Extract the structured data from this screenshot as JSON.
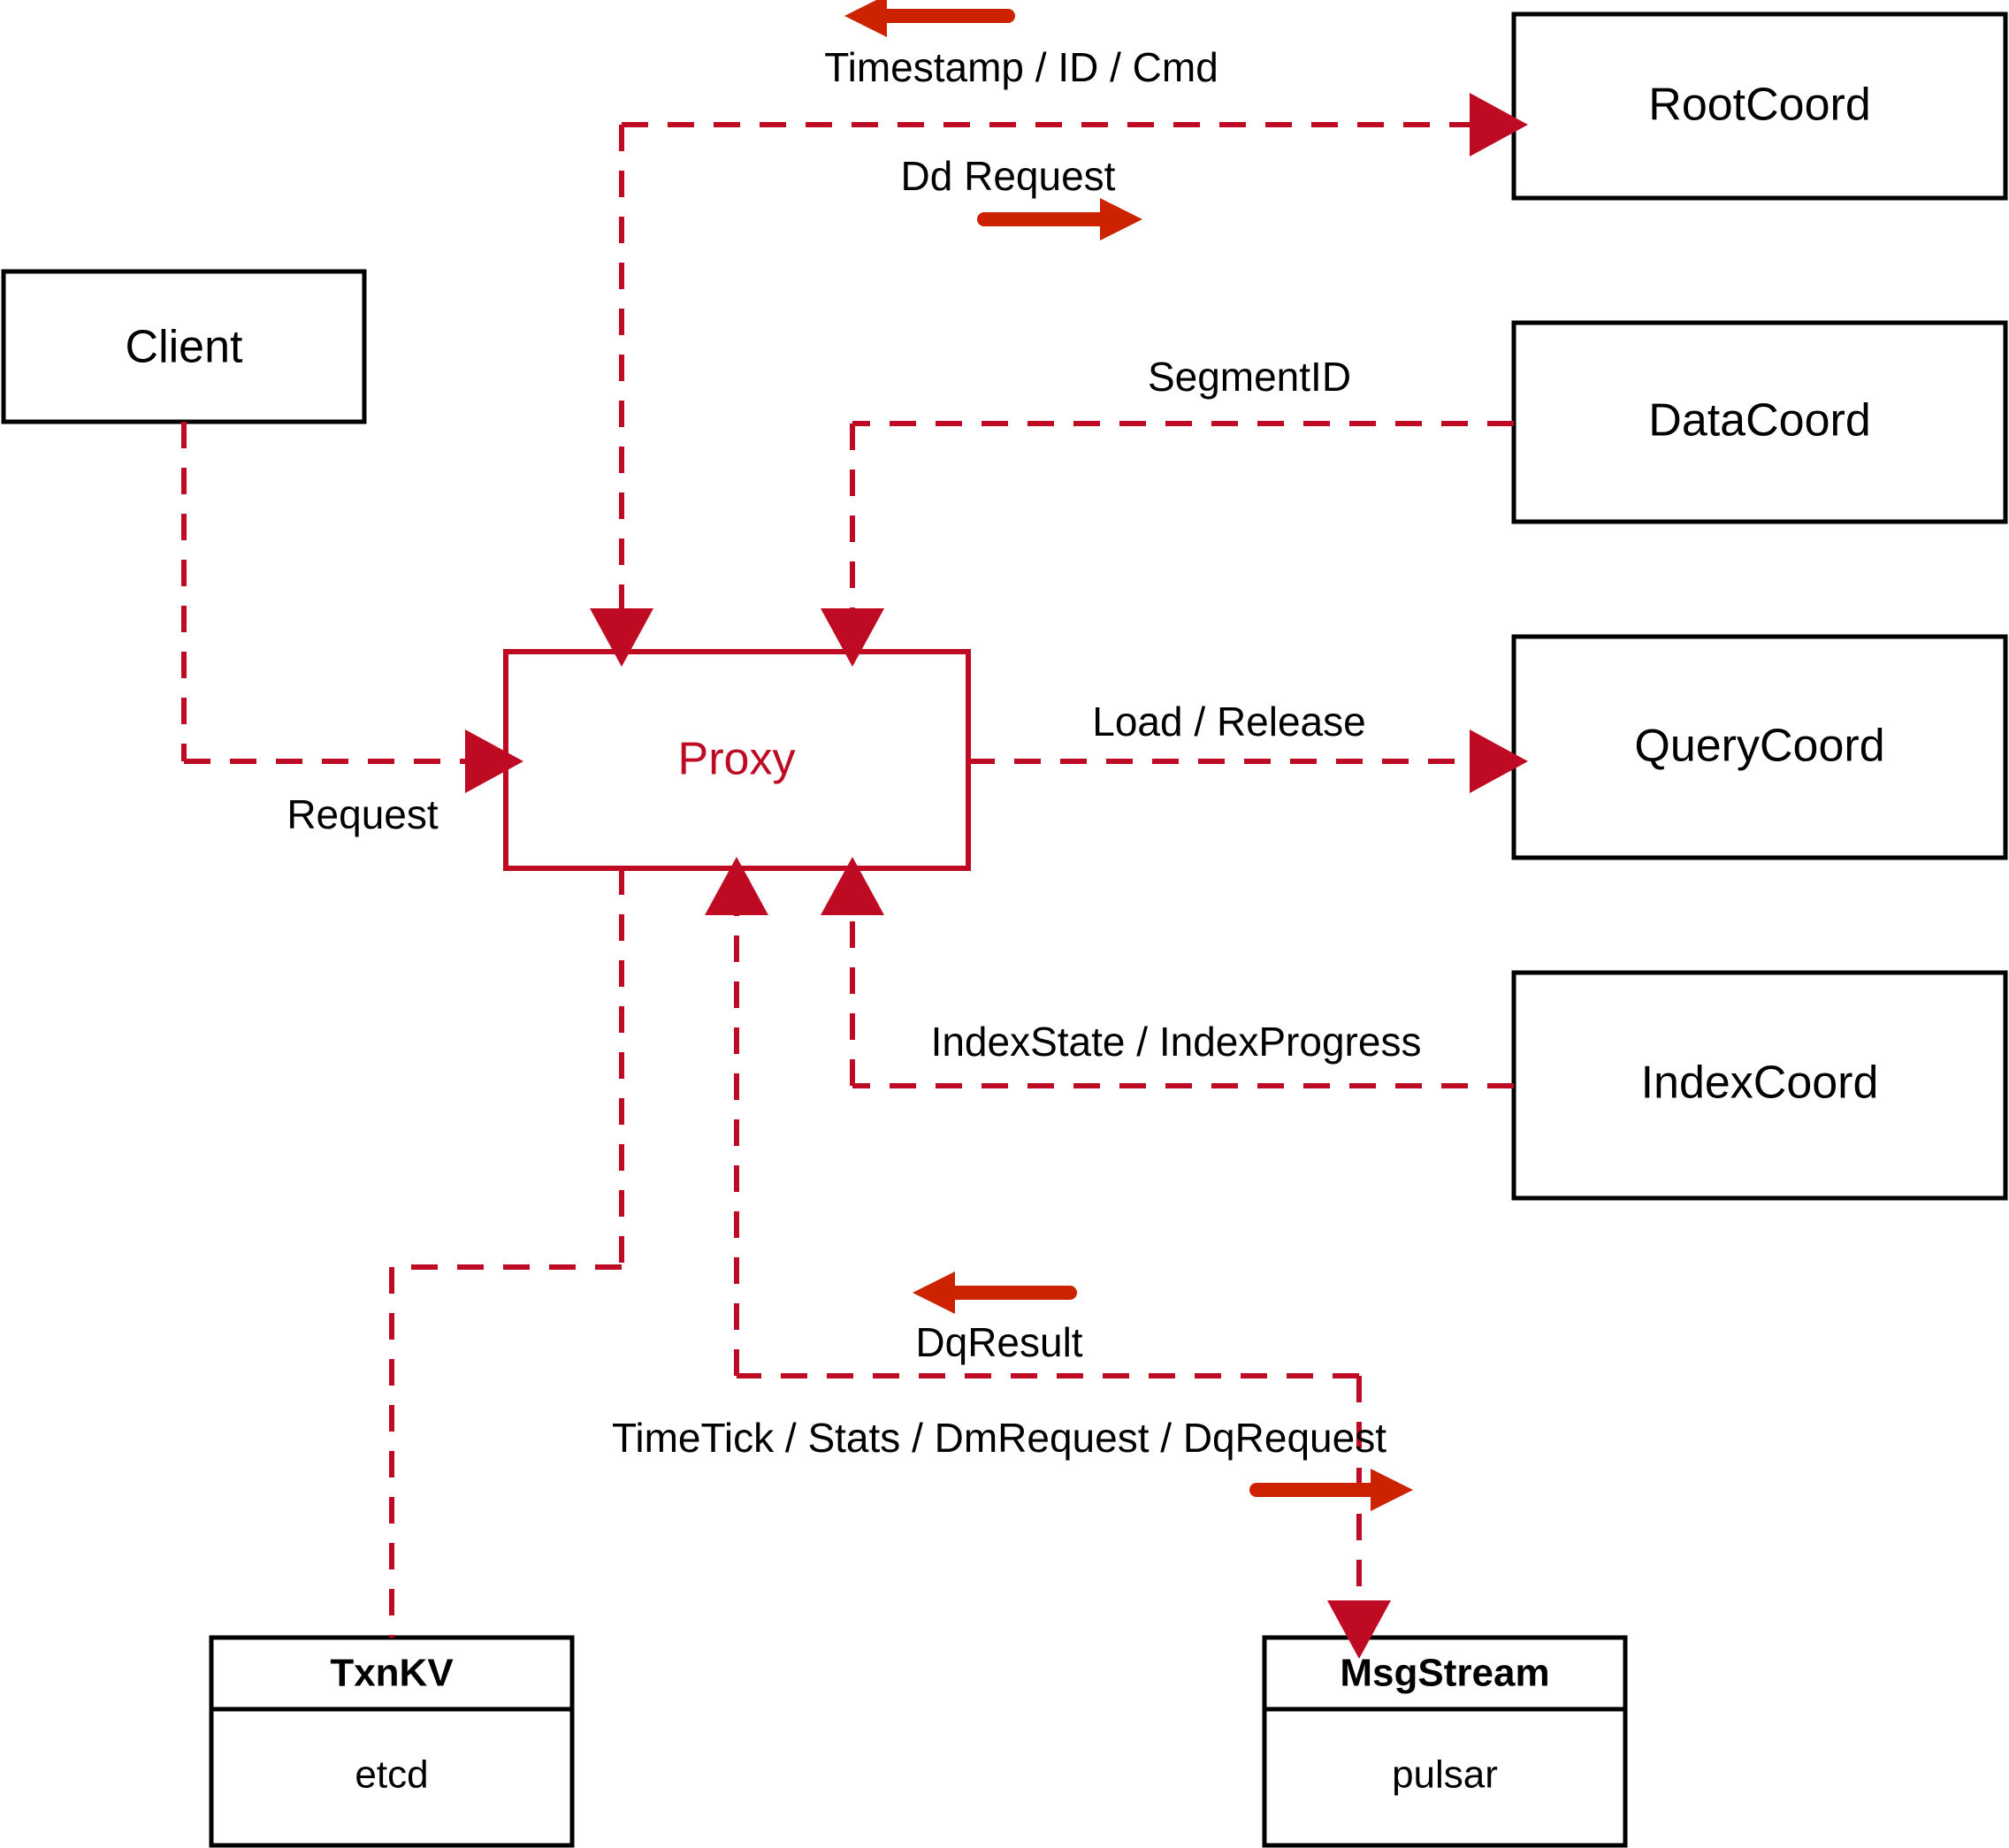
{
  "diagram": {
    "title": "Milvus Proxy interaction diagram",
    "colors": {
      "accent_red": "#bf0a24",
      "arrow_red": "#cc2200",
      "node_stroke": "#000000",
      "background": "#ffffff"
    },
    "nodes": [
      {
        "id": "client",
        "label": "Client",
        "type": "plain"
      },
      {
        "id": "proxy",
        "label": "Proxy",
        "type": "highlight"
      },
      {
        "id": "rootcoord",
        "label": "RootCoord",
        "type": "plain"
      },
      {
        "id": "datacoord",
        "label": "DataCoord",
        "type": "plain"
      },
      {
        "id": "querycoord",
        "label": "QueryCoord",
        "type": "plain"
      },
      {
        "id": "indexcoord",
        "label": "IndexCoord",
        "type": "plain"
      },
      {
        "id": "txnkv",
        "label": "TxnKV",
        "sublabel": "etcd",
        "type": "stacked"
      },
      {
        "id": "msgstream",
        "label": "MsgStream",
        "sublabel": "pulsar",
        "type": "stacked"
      }
    ],
    "edges": [
      {
        "id": "timestamp-id-cmd",
        "label": "Timestamp / ID / Cmd",
        "from": "rootcoord",
        "to": "proxy",
        "direction": "left"
      },
      {
        "id": "dd-request",
        "label": "Dd Request",
        "from": "proxy",
        "to": "rootcoord",
        "direction": "right"
      },
      {
        "id": "segment-id",
        "label": "SegmentID",
        "from": "datacoord",
        "to": "proxy",
        "direction": "left"
      },
      {
        "id": "load-release",
        "label": "Load / Release",
        "from": "proxy",
        "to": "querycoord",
        "direction": "right"
      },
      {
        "id": "index-state",
        "label": "IndexState / IndexProgress",
        "from": "indexcoord",
        "to": "proxy",
        "direction": "left"
      },
      {
        "id": "request",
        "label": "Request",
        "from": "client",
        "to": "proxy",
        "direction": "right"
      },
      {
        "id": "dq-result",
        "label": "DqResult",
        "from": "msgstream",
        "to": "proxy",
        "direction": "left"
      },
      {
        "id": "timetick-stats",
        "label": "TimeTick / Stats / DmRequest / DqRequest",
        "from": "proxy",
        "to": "msgstream",
        "direction": "right"
      },
      {
        "id": "proxy-txnkv",
        "label": "",
        "from": "proxy",
        "to": "txnkv",
        "direction": "none"
      }
    ]
  }
}
